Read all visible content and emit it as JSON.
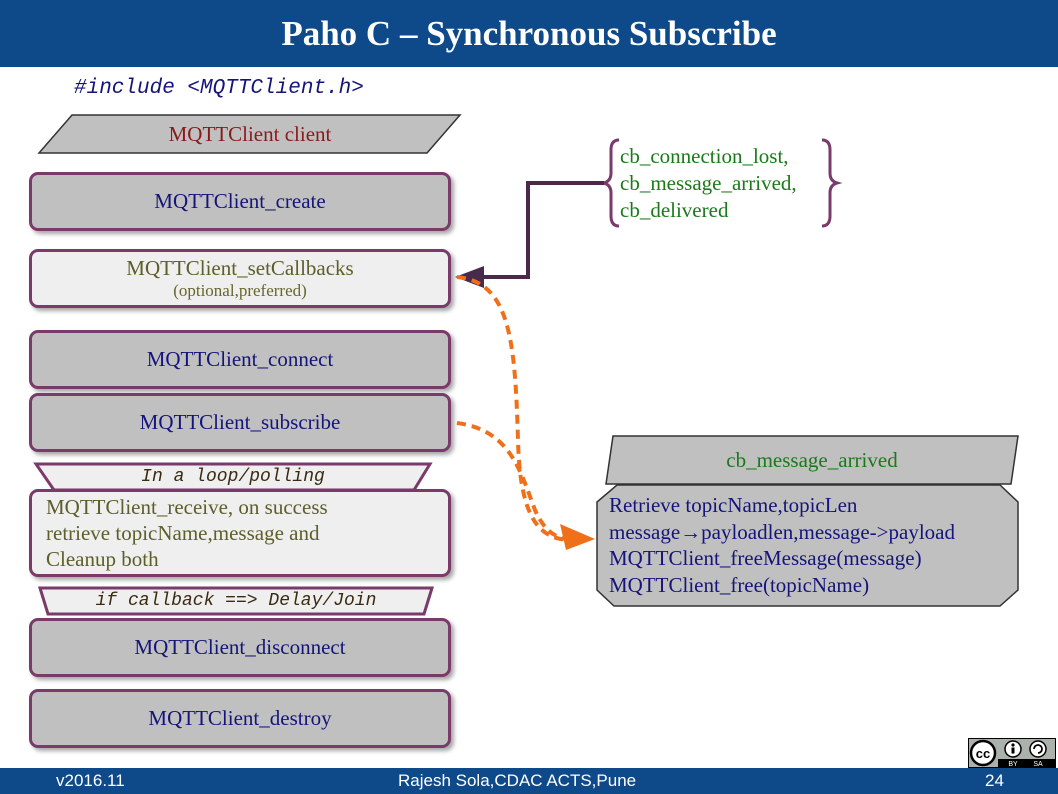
{
  "title": "Paho C – Synchronous Subscribe",
  "include_line": "#include <MQTTClient.h>",
  "flow": {
    "client_decl": "MQTTClient client",
    "create": "MQTTClient_create",
    "set_callbacks": "MQTTClient_setCallbacks",
    "set_callbacks_note": "(optional,preferred)",
    "connect": "MQTTClient_connect",
    "subscribe": "MQTTClient_subscribe",
    "loop_label": "In a loop/polling",
    "receive_lines": [
      "MQTTClient_receive, on success",
      "retrieve topicName,message and",
      "Cleanup both"
    ],
    "callback_label": "if callback ==> Delay/Join",
    "disconnect": "MQTTClient_disconnect",
    "destroy": "MQTTClient_destroy"
  },
  "callbacks": [
    "cb_connection_lost,",
    "cb_message_arrived,",
    "cb_delivered"
  ],
  "handler": {
    "title": "cb_message_arrived",
    "lines": [
      "Retrieve topicName,topicLen",
      "message→payloadlen,message->payload",
      "MQTTClient_freeMessage(message)",
      "MQTTClient_free(topicName)"
    ]
  },
  "footer": {
    "version": "v2016.11",
    "author": "Rajesh Sola,CDAC ACTS,Pune",
    "page": "24"
  },
  "license": {
    "badge": "cc",
    "by": "BY",
    "sa": "SA"
  },
  "colors": {
    "title_bar": "#0e4a8a",
    "box_border": "#7a3a6a",
    "arrow_orange": "#ef6f1a",
    "callback_green": "#1a7a1a",
    "text_navy": "#14147a"
  }
}
